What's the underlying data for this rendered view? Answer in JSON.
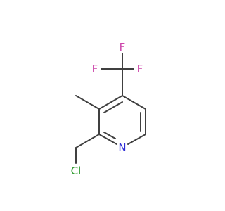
{
  "molecule": {
    "atoms": {
      "fluorine_top": "F",
      "fluorine_left": "F",
      "fluorine_right": "F",
      "nitrogen": "N",
      "chlorine": "Cl"
    },
    "colors": {
      "bond": "#404040",
      "fluorine": "#cc44aa",
      "nitrogen": "#2d2dd6",
      "chlorine": "#2e9a2e"
    }
  }
}
